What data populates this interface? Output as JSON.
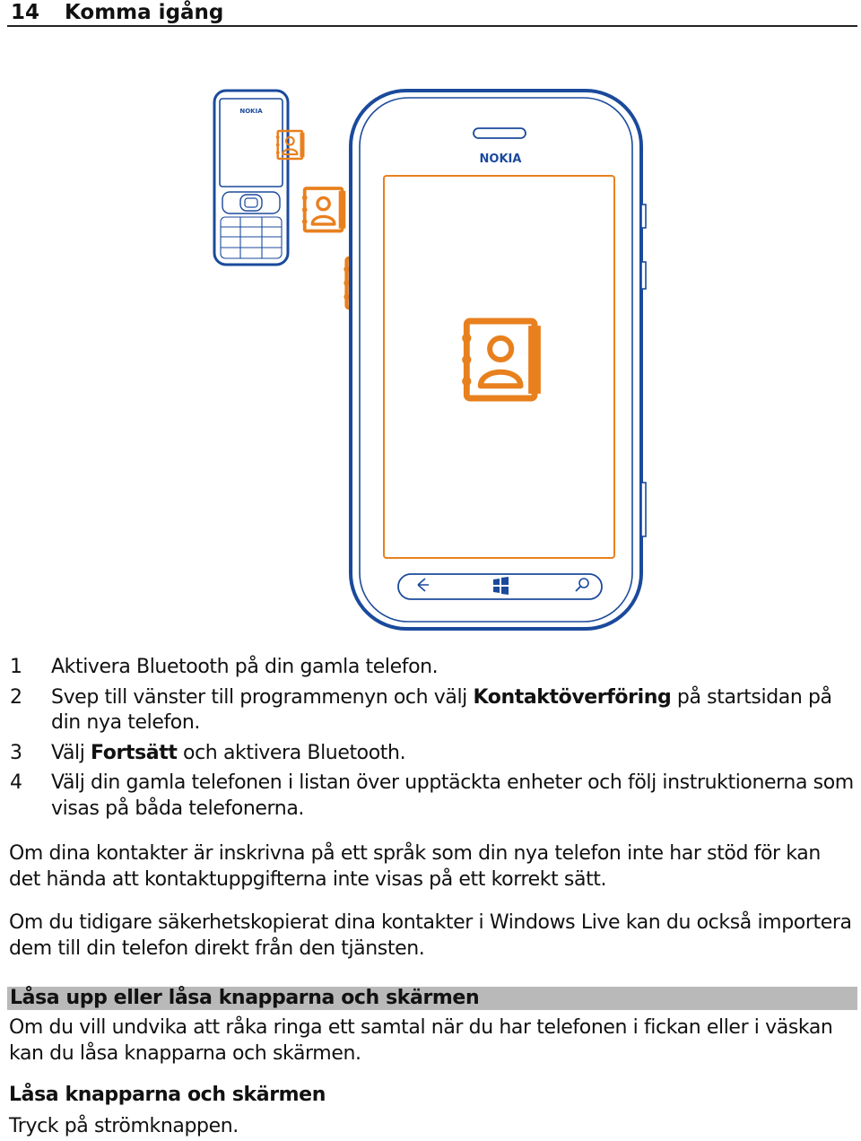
{
  "header": {
    "page_number": "14",
    "title": "Komma igång"
  },
  "illustration": {
    "old_phone_brand": "NOKIA",
    "new_phone_brand": "NOKIA",
    "accent_color": "#e8801e",
    "outline_color": "#1b4a9c",
    "icon": "contact-book-icon"
  },
  "steps": [
    {
      "num": "1",
      "pre": "Aktivera Bluetooth på din gamla telefon.",
      "bold": "",
      "post": ""
    },
    {
      "num": "2",
      "pre": "Svep till vänster till programmenyn och välj ",
      "bold": "Kontaktöverföring",
      "post": " på startsidan på din nya telefon."
    },
    {
      "num": "3",
      "pre": "Välj ",
      "bold": "Fortsätt",
      "post": " och aktivera Bluetooth."
    },
    {
      "num": "4",
      "pre": "Välj din gamla telefonen i listan över upptäckta enheter och följ instruktionerna som visas på båda telefonerna.",
      "bold": "",
      "post": ""
    }
  ],
  "paragraphs": {
    "p1": "Om dina kontakter är inskrivna på ett språk som din nya telefon inte har stöd för kan det hända att kontaktuppgifterna inte visas på ett korrekt sätt.",
    "p2": "Om du tidigare säkerhetskopierat dina kontakter i Windows Live kan du också importera dem till din telefon direkt från den tjänsten.",
    "p3": "Om du vill undvika att råka ringa ett samtal när du har telefonen i fickan eller i väskan kan du låsa knapparna och skärmen.",
    "p4": "Tryck på strömknappen."
  },
  "section": {
    "title": "Låsa upp eller låsa knapparna och skärmen"
  },
  "subsection": {
    "title": "Låsa knapparna och skärmen"
  }
}
